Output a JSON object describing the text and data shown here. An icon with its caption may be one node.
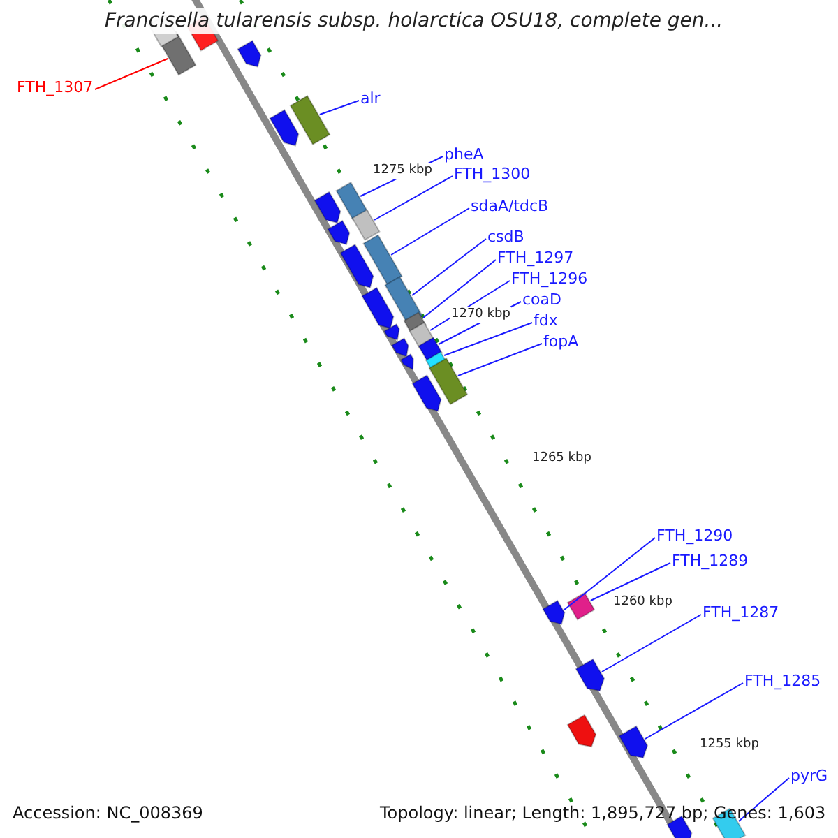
{
  "diagram": {
    "title": "Francisella tularensis subsp. holarctica OSU18, complete gen...",
    "nodes": [
      {
        "text": [
          "FTH_1307"
        ]
      },
      {
        "text": [
          "alr"
        ]
      },
      {
        "text": [
          "pheA"
        ]
      },
      {
        "text": [
          "FTH_1300"
        ]
      },
      {
        "text": [
          "sdaA/tdcB"
        ]
      },
      {
        "text": [
          "csdB"
        ]
      },
      {
        "text": [
          "FTH_1297"
        ]
      },
      {
        "text": [
          "FTH_1296"
        ]
      },
      {
        "text": [
          "coaD"
        ]
      },
      {
        "text": [
          "fdx"
        ]
      },
      {
        "text": [
          "fopA"
        ]
      },
      {
        "text": [
          "FTH_1290"
        ]
      },
      {
        "text": [
          "FTH_1289"
        ]
      },
      {
        "text": [
          "FTH_1287"
        ]
      },
      {
        "text": [
          "FTH_1285"
        ]
      },
      {
        "text": [
          "pyrG"
        ]
      },
      {
        "text": [],
        "shape": "bar"
      },
      {
        "text": [],
        "shape": "bar"
      },
      {
        "text": [],
        "shape": "bar"
      },
      {
        "text": [],
        "shape": "bar"
      },
      {
        "text": [],
        "shape": "bar"
      },
      {
        "text": [],
        "shape": "bar"
      },
      {
        "text": [],
        "shape": "bar"
      },
      {
        "text": [],
        "shape": "bar"
      },
      {
        "text": [],
        "shape": "bar"
      },
      {
        "text": [],
        "shape": "bar"
      },
      {
        "text": [],
        "shape": "bar"
      },
      {
        "text": [],
        "shape": "bar"
      },
      {
        "text": [],
        "shape": "bar"
      },
      {
        "text": [],
        "shape": "bar"
      },
      {
        "text": [],
        "shape": "bar"
      },
      {
        "text": [],
        "shape": "bar"
      },
      {
        "text": [],
        "shape": "bar"
      },
      {
        "text": [],
        "shape": "bar"
      },
      {
        "text": [],
        "shape": "bar"
      },
      {
        "text": [],
        "shape": "bar"
      },
      {
        "text": [],
        "shape": "bar"
      },
      {
        "text": [],
        "shape": "bar"
      },
      {
        "text": [],
        "shape": "bar"
      },
      {
        "text": [],
        "shape": "bar"
      },
      {
        "text": [],
        "shape": "bar"
      },
      {
        "text": [],
        "shape": "bar"
      },
      {
        "text": [],
        "shape": "bar"
      },
      {
        "text": [],
        "shape": "bar"
      },
      {
        "text": [],
        "shape": "bar"
      },
      {
        "text": [],
        "shape": "bar"
      }
    ],
    "edges": [
      {
        "from": 0,
        "to": 16,
        "arrow": "none",
        "color": "#ff0000"
      },
      {
        "from": 1,
        "to": 17,
        "arrow": "none"
      },
      {
        "from": 2,
        "to": 18,
        "arrow": "none"
      },
      {
        "from": 3,
        "to": 19,
        "arrow": "none"
      },
      {
        "from": 4,
        "to": 20,
        "arrow": "none"
      },
      {
        "from": 5,
        "to": 21,
        "arrow": "none"
      },
      {
        "from": 6,
        "to": 22,
        "arrow": "none"
      },
      {
        "from": 7,
        "to": 23,
        "arrow": "none"
      },
      {
        "from": 8,
        "to": 24,
        "arrow": "none"
      },
      {
        "from": 9,
        "to": 25,
        "arrow": "none"
      },
      {
        "from": 10,
        "to": 26,
        "arrow": "none"
      },
      {
        "from": 11,
        "to": 27,
        "arrow": "none"
      },
      {
        "from": 12,
        "to": 28,
        "arrow": "none"
      },
      {
        "from": 13,
        "to": 29,
        "arrow": "none"
      },
      {
        "from": 14,
        "to": 30,
        "arrow": "none"
      },
      {
        "from": 15,
        "to": 31,
        "arrow": "none"
      }
    ],
    "labels": [
      "1275 kbp",
      "1270 kbp",
      "1265 kbp",
      "1260 kbp",
      "1255 kbp",
      "Accession: NC_008369",
      "Topology: linear; Length: 1,895,727 bp; Genes: 1,603"
    ]
  }
}
